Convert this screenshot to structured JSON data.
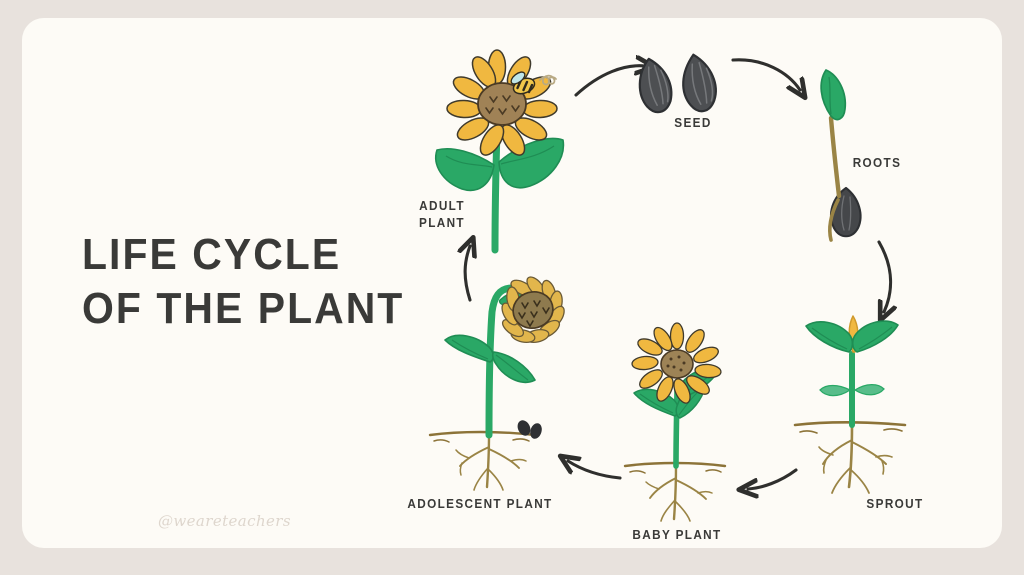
{
  "poster": {
    "title": "LIFE CYCLE\nOF THE PLANT",
    "watermark": "@weareteachers",
    "background_color": "#e8e2dd",
    "card_color": "#fdfbf6",
    "ink_color": "#3a3a38",
    "leaf_green": "#2aa866",
    "petal_yellow": "#f0b840",
    "seed_dark": "#45474a",
    "root_brown": "#9a8445",
    "soil_brown": "#8c7338"
  },
  "cycle": {
    "stages": [
      {
        "id": "adult-plant",
        "label": "ADULT\nPLANT",
        "order": 1,
        "description": "Mature sunflower with bee pollinator"
      },
      {
        "id": "seed",
        "label": "SEED",
        "order": 2,
        "description": "Two sunflower seeds"
      },
      {
        "id": "roots",
        "label": "ROOTS",
        "order": 3,
        "description": "Seed sprouting first root and leaf"
      },
      {
        "id": "sprout",
        "label": "SPROUT",
        "order": 4,
        "description": "Seedling above soil line with root system"
      },
      {
        "id": "baby-plant",
        "label": "BABY PLANT",
        "order": 5,
        "description": "Young sunflower in bloom"
      },
      {
        "id": "adolescent-plant",
        "label": "ADOLESCENT PLANT",
        "order": 6,
        "description": "Drooping flower head dropping seeds"
      }
    ],
    "arrows": [
      {
        "id": "arrow-adult-to-seed",
        "from": "adult-plant",
        "to": "seed"
      },
      {
        "id": "arrow-seed-to-roots",
        "from": "seed",
        "to": "roots"
      },
      {
        "id": "arrow-roots-to-sprout",
        "from": "roots",
        "to": "sprout"
      },
      {
        "id": "arrow-sprout-to-baby",
        "from": "sprout",
        "to": "baby-plant"
      },
      {
        "id": "arrow-baby-to-adolescent",
        "from": "baby-plant",
        "to": "adolescent-plant"
      },
      {
        "id": "arrow-adolescent-to-adult",
        "from": "adolescent-plant",
        "to": "adult-plant"
      }
    ]
  }
}
